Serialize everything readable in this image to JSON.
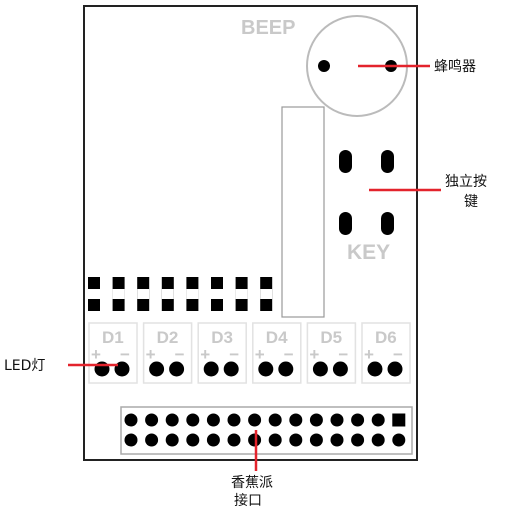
{
  "board": {
    "beep_label": "BEEP",
    "key_label": "KEY",
    "led_labels": [
      "D1",
      "D2",
      "D3",
      "D4",
      "D5",
      "D6"
    ],
    "plus_sign": "+",
    "minus_sign": "−",
    "header_rows": 2,
    "header_cols": 14
  },
  "annotations": {
    "buzzer": "蜂鸣器",
    "keys_line1": "独立按",
    "keys_line2": "键",
    "led": "LED灯",
    "header_line1": "香蕉派",
    "header_line2": "接口"
  },
  "colors": {
    "board_fill": "#ffffff",
    "border": "#222222",
    "accent_red": "#e3232c",
    "silkscreen": "#c9c9c9",
    "component": "#000000"
  }
}
